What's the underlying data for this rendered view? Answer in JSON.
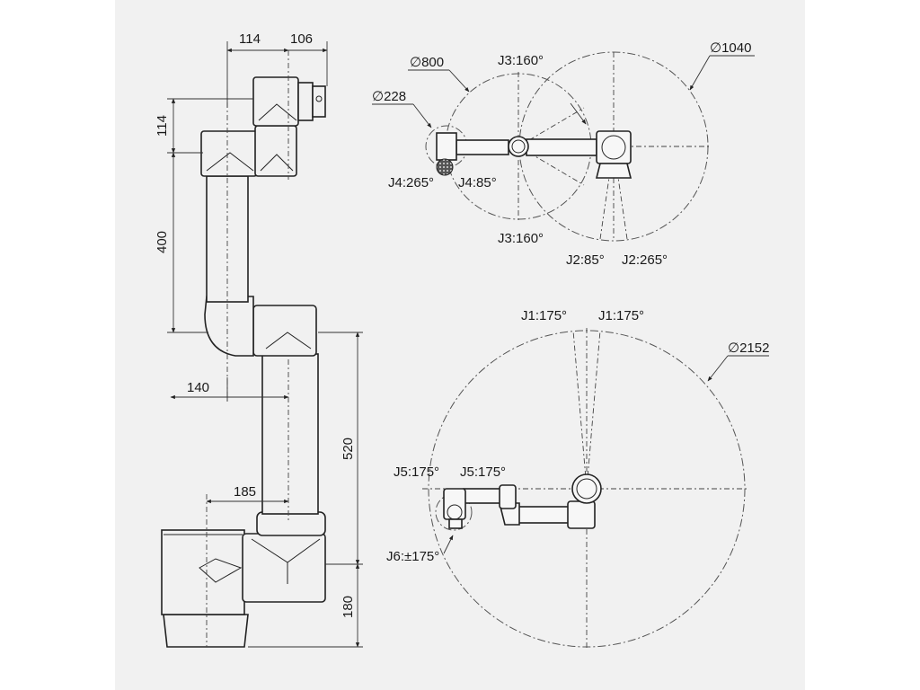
{
  "side_view": {
    "dim_114_top": "114",
    "dim_106_top": "106",
    "dim_114_left": "114",
    "dim_400": "400",
    "dim_140": "140",
    "dim_520": "520",
    "dim_185": "185",
    "dim_180": "180"
  },
  "top_view": {
    "d800": "∅800",
    "d1040": "∅1040",
    "d228": "∅228",
    "j3_top": "J3:160°",
    "j3_bottom": "J3:160°",
    "j4_265": "J4:265°",
    "j4_85": "J4:85°",
    "j2_85": "J2:85°",
    "j2_265": "J2:265°"
  },
  "base_view": {
    "j1_left": "J1:175°",
    "j1_right": "J1:175°",
    "d2152": "∅2152",
    "j5_left": "J5:175°",
    "j5_right": "J5:175°",
    "j6": "J6:±175°"
  }
}
